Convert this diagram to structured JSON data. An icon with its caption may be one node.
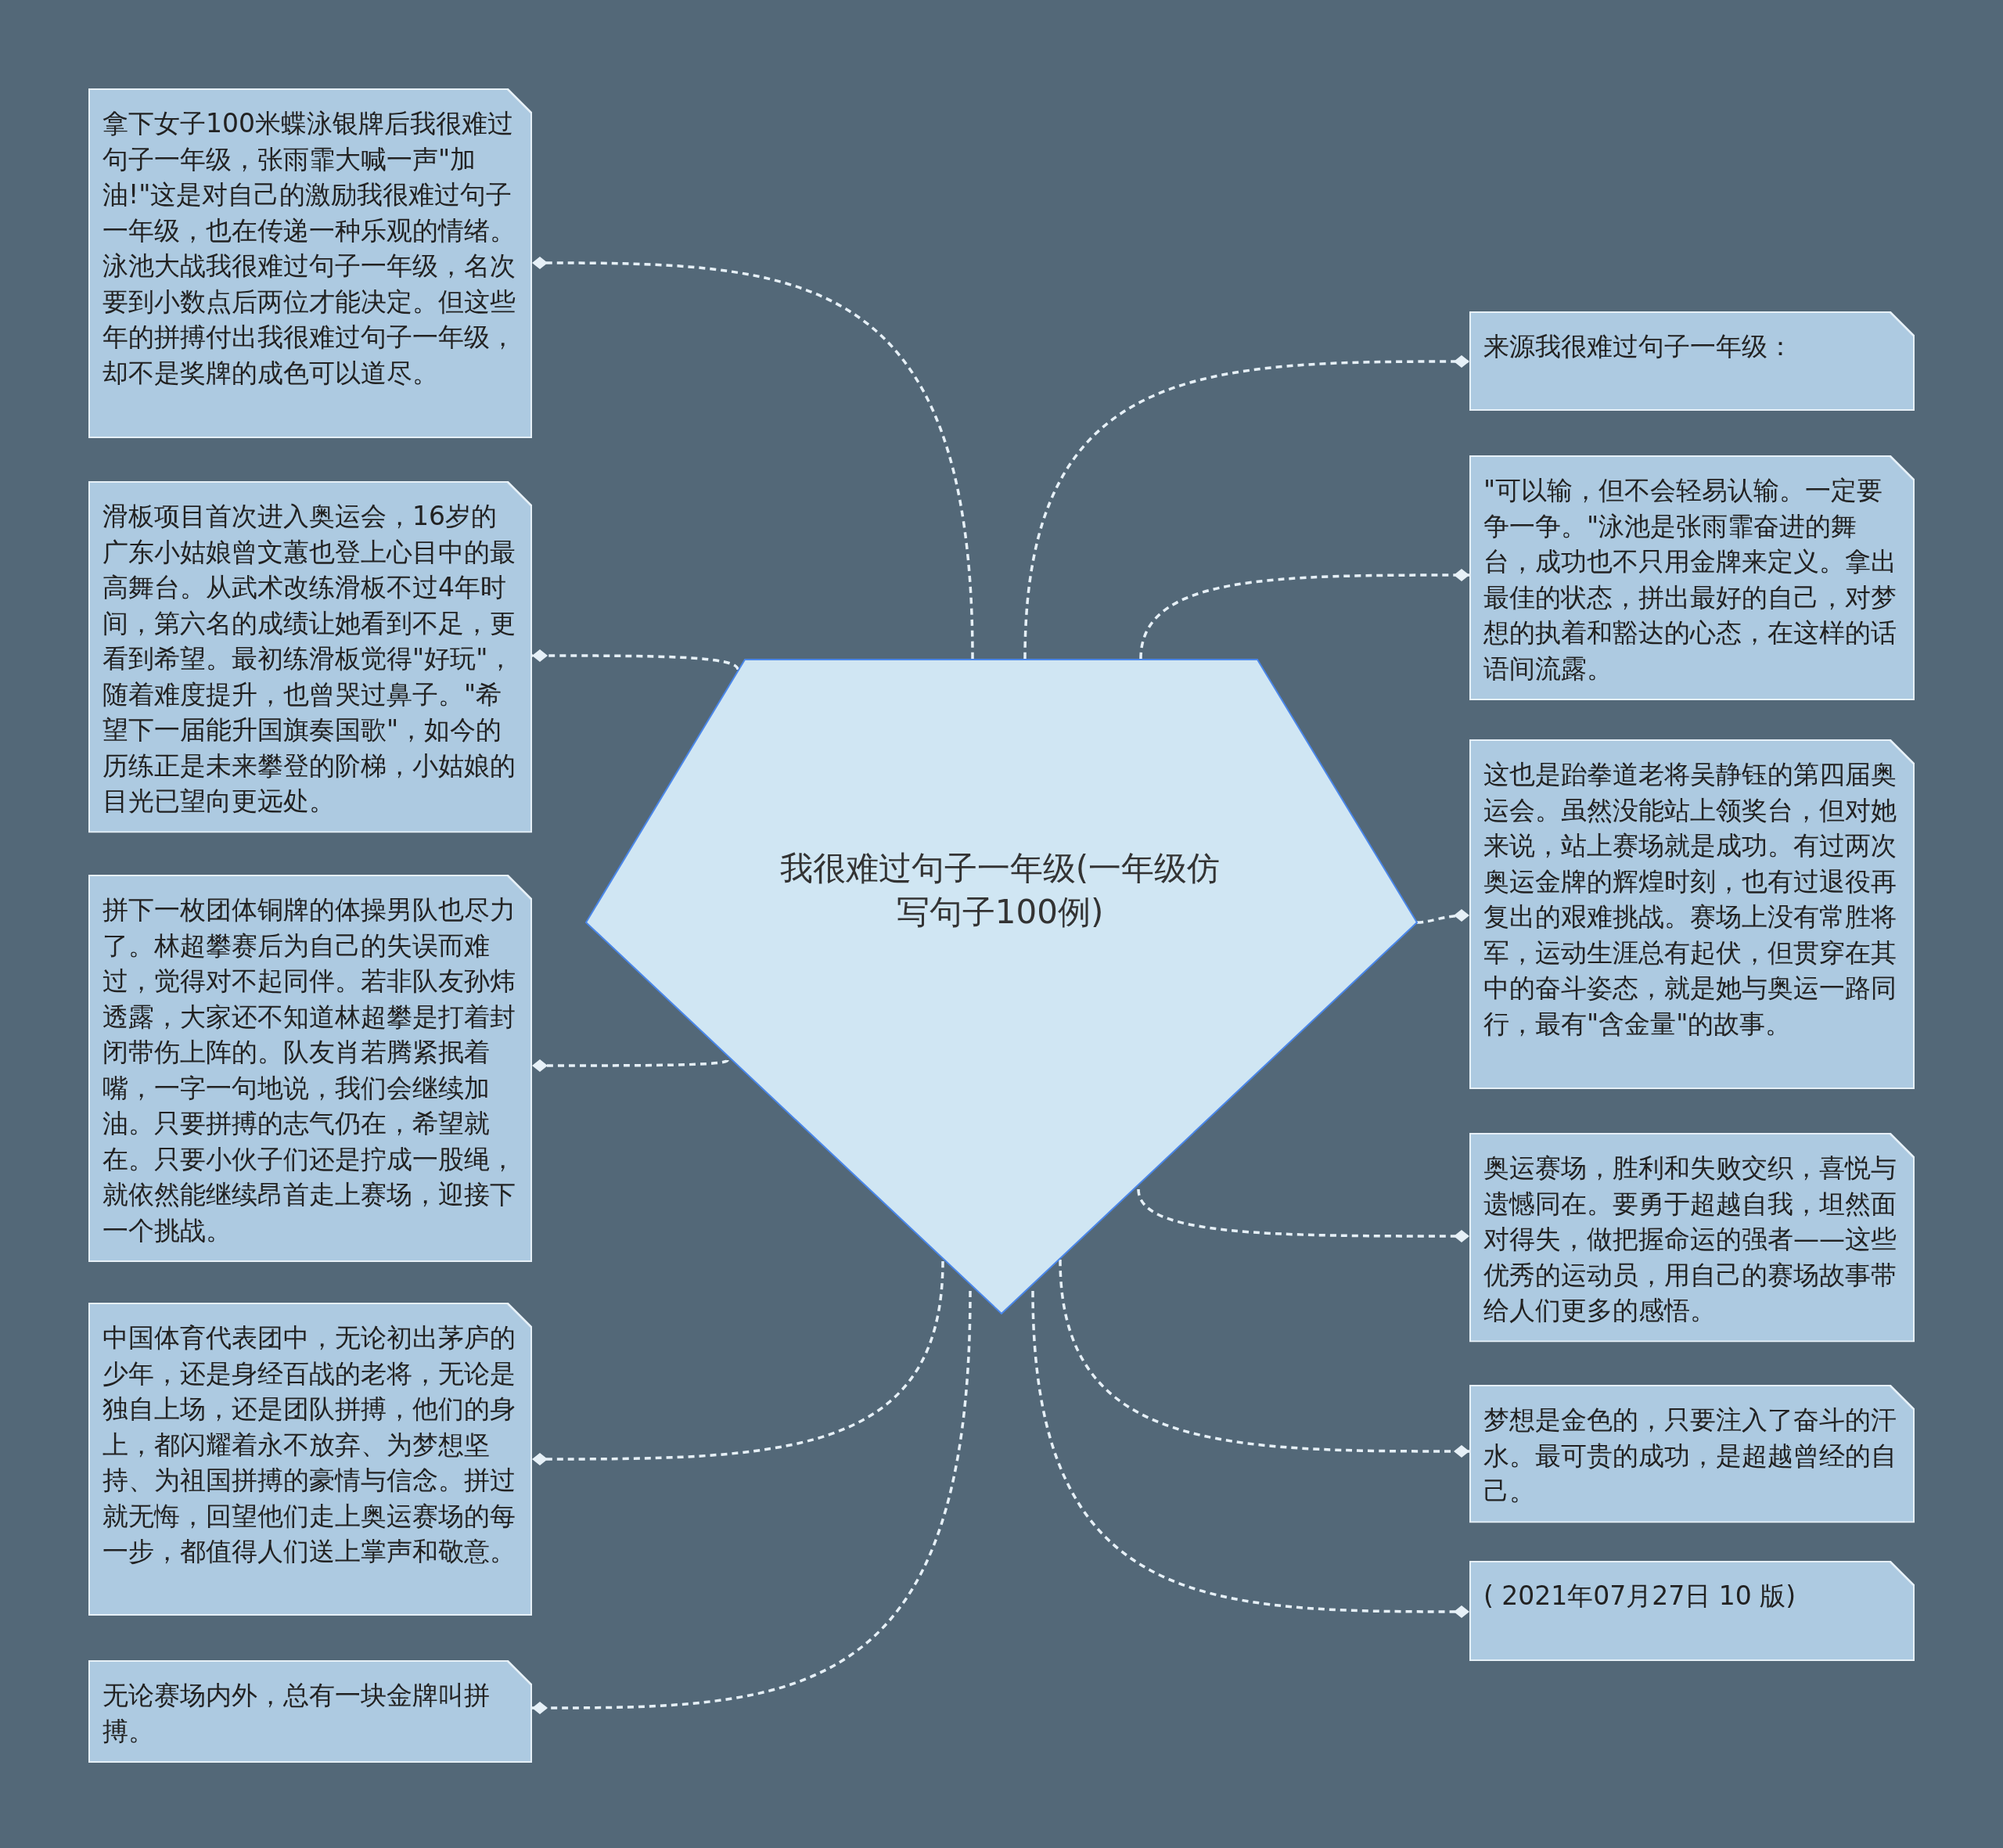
{
  "diagram": {
    "nodes": [
      {
        "text": [
          "我很难过句子一年级(一年级仿写句子100例)"
        ]
      },
      {
        "text": [
          "拿下女子100米蝶泳银牌后我很难过句子一年级，张雨霏大喊一声\"加油!\"这是对自己的激励我很难过句子一年级，也在传递一种乐观的情绪。泳池大战我很难过句子一年级，名次要到小数点后两位才能决定。但这些年的拼搏付出我很难过句子一年级，却不是奖牌的成色可以道尽。"
        ]
      },
      {
        "text": [
          "滑板项目首次进入奥运会，16岁的广东小姑娘曾文蕙也登上心目中的最高舞台。从武术改练滑板不过4年时间，第六名的成绩让她看到不足，更看到希望。最初练滑板觉得\"好玩\"，随着难度提升，也曾哭过鼻子。\"希望下一届能升国旗奏国歌\"，如今的历练正是未来攀登的阶梯，小姑娘的目光已望向更远处。"
        ]
      },
      {
        "text": [
          "拼下一枚团体铜牌的体操男队也尽力了。林超攀赛后为自己的失误而难过，觉得对不起同伴。若非队友孙炜透露，大家还不知道林超攀是打着封闭带伤上阵的。队友肖若腾紧抿着嘴，一字一句地说，我们会继续加油。只要拼搏的志气仍在，希望就在。只要小伙子们还是拧成一股绳，就依然能继续昂首走上赛场，迎接下一个挑战。"
        ]
      },
      {
        "text": [
          "中国体育代表团中，无论初出茅庐的少年，还是身经百战的老将，无论是独自上场，还是团队拼搏，他们的身上，都闪耀着永不放弃、为梦想坚持、为祖国拼搏的豪情与信念。拼过就无悔，回望他们走上奥运赛场的每一步，都值得人们送上掌声和敬意。"
        ]
      },
      {
        "text": [
          "无论赛场内外，总有一块金牌叫拼搏。"
        ]
      },
      {
        "text": [
          "来源我很难过句子一年级："
        ]
      },
      {
        "text": [
          "\"可以输，但不会轻易认输。一定要争一争。\"泳池是张雨霏奋进的舞台，成功也不只用金牌来定义。拿出最佳的状态，拼出最好的自己，对梦想的执着和豁达的心态，在这样的话语间流露。"
        ]
      },
      {
        "text": [
          "这也是跆拳道老将吴静钰的第四届奥运会。虽然没能站上领奖台，但对她来说，站上赛场就是成功。有过两次奥运金牌的辉煌时刻，也有过退役再复出的艰难挑战。赛场上没有常胜将军，运动生涯总有起伏，但贯穿在其中的奋斗姿态，就是她与奥运一路同行，最有\"含金量\"的故事。"
        ]
      },
      {
        "text": [
          "奥运赛场，胜利和失败交织，喜悦与遗憾同在。要勇于超越自我，坦然面对得失，做把握命运的强者——这些优秀的运动员，用自己的赛场故事带给人们更多的感悟。"
        ]
      },
      {
        "text": [
          "梦想是金色的，只要注入了奋斗的汗水。最可贵的成功，是超越曾经的自己。"
        ]
      },
      {
        "text": [
          "( 2021年07月27日 10 版)"
        ]
      }
    ],
    "edges": [
      {
        "from": 0,
        "to": 1,
        "arrow": "other",
        "style": "dashed"
      },
      {
        "from": 0,
        "to": 2,
        "arrow": "other",
        "style": "dashed"
      },
      {
        "from": 0,
        "to": 3,
        "arrow": "other",
        "style": "dashed"
      },
      {
        "from": 0,
        "to": 4,
        "arrow": "other",
        "style": "dashed"
      },
      {
        "from": 0,
        "to": 5,
        "arrow": "other",
        "style": "dashed"
      },
      {
        "from": 0,
        "to": 6,
        "arrow": "other",
        "style": "dashed"
      },
      {
        "from": 0,
        "to": 7,
        "arrow": "other",
        "style": "dashed"
      },
      {
        "from": 0,
        "to": 8,
        "arrow": "other",
        "style": "dashed"
      },
      {
        "from": 0,
        "to": 9,
        "arrow": "other",
        "style": "dashed"
      },
      {
        "from": 0,
        "to": 10,
        "arrow": "other",
        "style": "dashed"
      },
      {
        "from": 0,
        "to": 11,
        "arrow": "other",
        "style": "dashed"
      }
    ]
  }
}
